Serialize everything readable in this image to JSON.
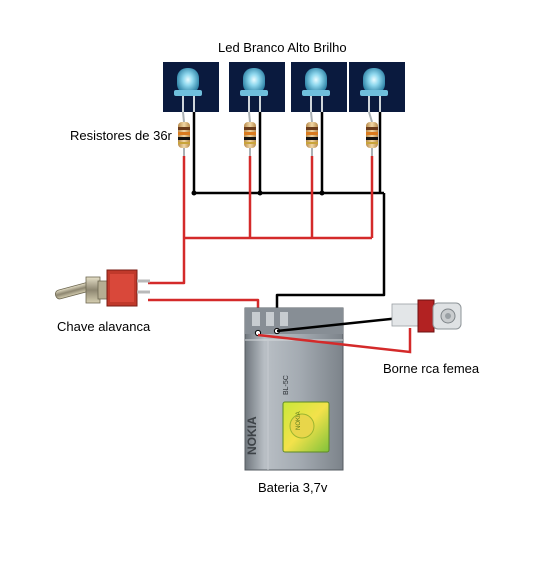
{
  "labels": {
    "led_title": "Led Branco Alto Brilho",
    "resistors": "Resistores de 36r",
    "switch": "Chave alavanca",
    "rca": "Borne rca femea",
    "battery": "Bateria 3,7v"
  },
  "battery": {
    "brand": "NOKIA",
    "model": "BL-5C",
    "hologram_text": "NOKIA"
  },
  "colors": {
    "wire_red": "#d42a2a",
    "wire_black": "#000000",
    "led_background": "#0a1a3e",
    "battery_body": "#9ea5ac"
  },
  "components": {
    "led_count": 4,
    "resistor_count": 4
  }
}
